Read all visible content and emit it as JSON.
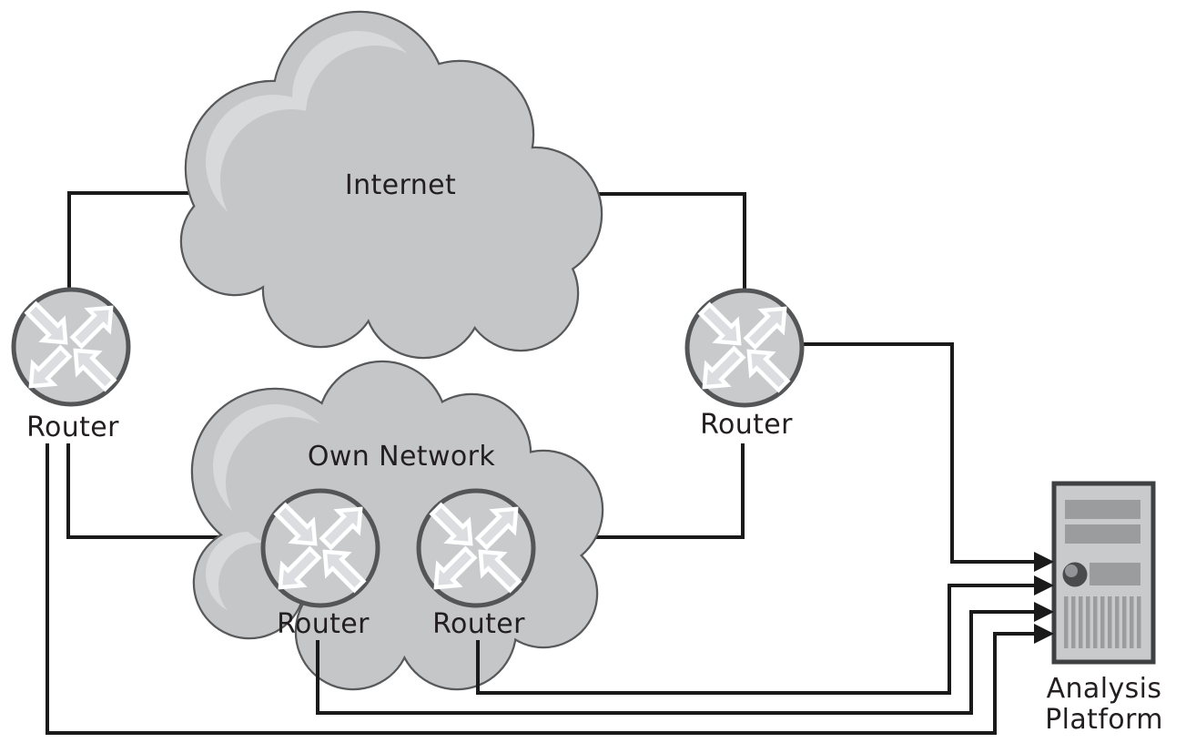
{
  "diagram": {
    "internet_cloud": {
      "label": "Internet"
    },
    "own_network_cloud": {
      "label": "Own Network"
    },
    "routers": {
      "left": {
        "label": "Router"
      },
      "right": {
        "label": "Router"
      },
      "own_left": {
        "label": "Router"
      },
      "own_right": {
        "label": "Router"
      }
    },
    "analysis_platform": {
      "label_line1": "Analysis",
      "label_line2": "Platform"
    },
    "edges": [
      "left-router to internet-cloud",
      "right-router to internet-cloud",
      "left-router to own-network-cloud",
      "right-router to own-network-cloud",
      "right-router to analysis-platform",
      "own-network-right-router to analysis-platform",
      "own-network-left-router to analysis-platform",
      "left-router to analysis-platform"
    ],
    "colors": {
      "line": "#1a1a1a",
      "cloud_fill": "#c5c6c8",
      "cloud_highlight": "#d8d9db",
      "cloud_border": "#58595b",
      "router_fill": "#c9cacc",
      "router_border": "#545557",
      "router_arrow_fill": "#dcdde0",
      "router_arrow_stroke": "#ffffff",
      "server_fill": "#c9cacc",
      "server_border": "#3f4042",
      "server_detail": "#9b9c9e",
      "text": "#231f20",
      "background": "#ffffff"
    }
  }
}
